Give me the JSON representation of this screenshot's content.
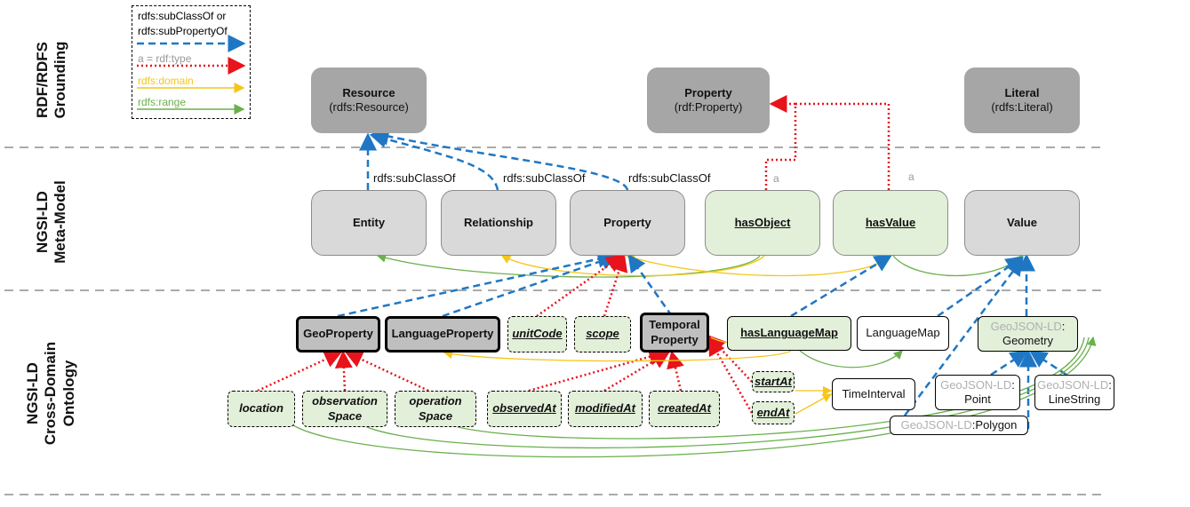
{
  "bands": {
    "rdf": [
      "RDF/RDFS",
      "Grounding"
    ],
    "meta": [
      "NGSI-LD",
      "Meta-Model"
    ],
    "crossdomain": [
      "NGSI-LD",
      "Cross-Domain",
      "Ontology"
    ]
  },
  "legend": {
    "subclass_line1": "rdfs:subClassOf or",
    "subclass_line2": "rdfs:subPropertyOf",
    "type": "a = rdf:type",
    "domain": "rdfs:domain",
    "range": "rdfs:range",
    "colors": {
      "subclass": "#1f77c4",
      "type": "#e8131b",
      "domain": "#f5c518",
      "range": "#6ab04c"
    }
  },
  "rdf_nodes": {
    "resource": [
      "Resource",
      "(rdfs:Resource)"
    ],
    "property": [
      "Property",
      "(rdf:Property)"
    ],
    "literal": [
      "Literal",
      "(rdfs:Literal)"
    ]
  },
  "meta_nodes": {
    "entity": "Entity",
    "relationship": "Relationship",
    "property": "Property",
    "hasObject": "hasObject",
    "hasValue": "hasValue",
    "value": "Value"
  },
  "edge_labels": {
    "subclass1": "rdfs:subClassOf",
    "subclass2": "rdfs:subClassOf",
    "subclass3": "rdfs:subClassOf",
    "a1": "a",
    "a2": "a"
  },
  "cd_nodes": {
    "geoProperty": "GeoProperty",
    "languageProperty": "LanguageProperty",
    "unitCode": "unitCode",
    "scope": "scope",
    "temporalProperty": [
      "Temporal",
      "Property"
    ],
    "hasLanguageMap": "hasLanguageMap",
    "languageMap": "LanguageMap",
    "geometry_prefix": "GeoJSON-LD",
    "geometry_suffix": ":",
    "geometry_line2": "Geometry",
    "location": "location",
    "observationSpace": [
      "observation",
      "Space"
    ],
    "operationSpace": [
      "operation",
      "Space"
    ],
    "observedAt": "observedAt",
    "modifiedAt": "modifiedAt",
    "createdAt": "createdAt",
    "startAt": "startAt",
    "endAt": "endAt",
    "timeInterval": "TimeInterval",
    "point_prefix": "GeoJSON-LD",
    "point_suffix": ":",
    "point_line2": "Point",
    "linestring_prefix": "GeoJSON-LD",
    "linestring_suffix": ":",
    "linestring_line2": "LineString",
    "polygon_prefix": "GeoJSON-LD",
    "polygon_suffix": ":Polygon"
  }
}
